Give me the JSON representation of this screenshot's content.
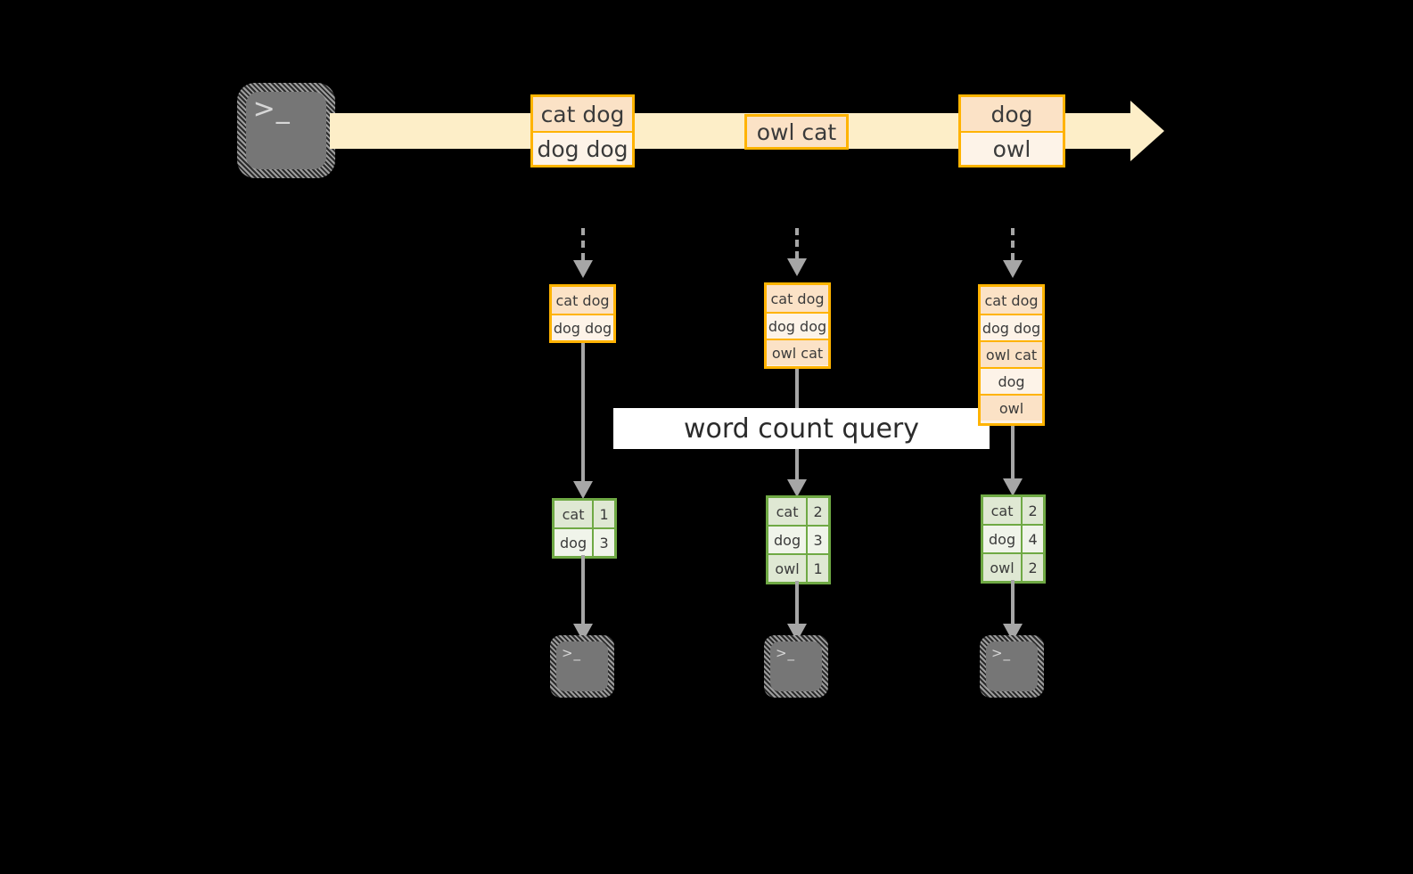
{
  "diagram": {
    "title": "word count streaming query diagram",
    "colors": {
      "background": "#000000",
      "stream_fill": "#fdeec8",
      "message_border": "#ffb300",
      "message_fill_dark": "#fbe2c6",
      "message_fill_light": "#fdf3e8",
      "result_border": "#6fa944",
      "result_fill_dark": "#dfe8d3",
      "result_fill_light": "#f0f4ea",
      "connector": "#a6a6a6",
      "query_band": "#ffffff",
      "terminal_fill": "#767676"
    }
  },
  "source_terminal": {
    "icon": "terminal-prompt-icon",
    "prompt": ">_"
  },
  "stream": {
    "icon": "right-arrow-band",
    "batches": [
      {
        "name": "batch-1",
        "lines": [
          {
            "text": "cat dog",
            "shade": "dark"
          },
          {
            "text": "dog dog",
            "shade": "light"
          }
        ]
      },
      {
        "name": "batch-2",
        "lines": [
          {
            "text": "owl cat",
            "shade": "dark"
          }
        ]
      },
      {
        "name": "batch-3",
        "lines": [
          {
            "text": "dog",
            "shade": "dark"
          },
          {
            "text": "owl",
            "shade": "light"
          }
        ]
      }
    ]
  },
  "snapshots": [
    {
      "name": "snapshot-t1",
      "inbox_lines": [
        {
          "text": "cat dog",
          "shade": "dark"
        },
        {
          "text": "dog dog",
          "shade": "light"
        }
      ],
      "result_rows": [
        {
          "word": "cat",
          "count": "1",
          "shade": "dark"
        },
        {
          "word": "dog",
          "count": "3",
          "shade": "light"
        }
      ],
      "sink": {
        "icon": "terminal-prompt-icon",
        "prompt": ">_"
      }
    },
    {
      "name": "snapshot-t2",
      "inbox_lines": [
        {
          "text": "cat dog",
          "shade": "dark"
        },
        {
          "text": "dog dog",
          "shade": "light"
        },
        {
          "text": "owl cat",
          "shade": "dark"
        }
      ],
      "result_rows": [
        {
          "word": "cat",
          "count": "2",
          "shade": "dark"
        },
        {
          "word": "dog",
          "count": "3",
          "shade": "light"
        },
        {
          "word": "owl",
          "count": "1",
          "shade": "dark"
        }
      ],
      "sink": {
        "icon": "terminal-prompt-icon",
        "prompt": ">_"
      }
    },
    {
      "name": "snapshot-t3",
      "inbox_lines": [
        {
          "text": "cat dog",
          "shade": "dark"
        },
        {
          "text": "dog dog",
          "shade": "light"
        },
        {
          "text": "owl cat",
          "shade": "dark"
        },
        {
          "text": "dog",
          "shade": "light"
        },
        {
          "text": "owl",
          "shade": "dark"
        }
      ],
      "result_rows": [
        {
          "word": "cat",
          "count": "2",
          "shade": "dark"
        },
        {
          "word": "dog",
          "count": "4",
          "shade": "light"
        },
        {
          "word": "owl",
          "count": "2",
          "shade": "dark"
        }
      ],
      "sink": {
        "icon": "terminal-prompt-icon",
        "prompt": ">_"
      }
    }
  ],
  "query": {
    "label": "word count query"
  }
}
